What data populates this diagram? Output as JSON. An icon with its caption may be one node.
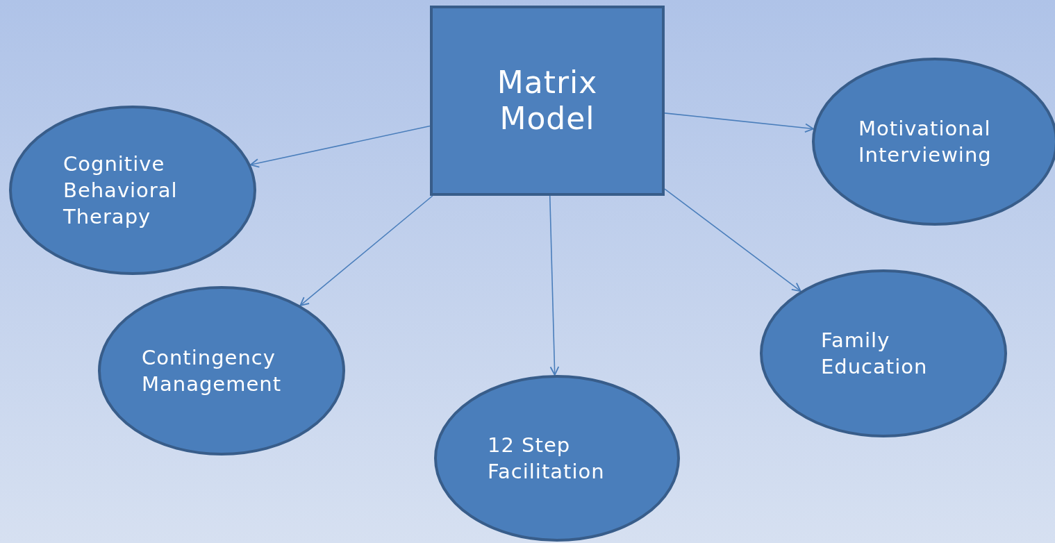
{
  "diagram": {
    "nodes": [
      {
        "text": [
          "Matrix Model"
        ]
      },
      {
        "text": [
          "Cognitive Behavioral Therapy"
        ]
      },
      {
        "text": [
          "Motivational Interviewing"
        ]
      },
      {
        "text": [
          "Contingency Management"
        ]
      },
      {
        "text": [
          "12 Step Facilitation"
        ]
      },
      {
        "text": [
          "Family Education"
        ]
      }
    ],
    "edges": [
      {
        "from": 0,
        "to": 1,
        "arrow": "to"
      },
      {
        "from": 0,
        "to": 2,
        "arrow": "to"
      },
      {
        "from": 0,
        "to": 3,
        "arrow": "to"
      },
      {
        "from": 0,
        "to": 4,
        "arrow": "to"
      },
      {
        "from": 0,
        "to": 5,
        "arrow": "to"
      }
    ]
  }
}
